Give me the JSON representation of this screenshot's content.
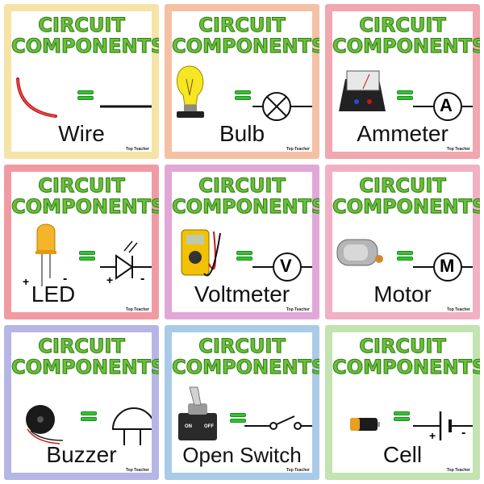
{
  "cards": [
    {
      "title1": "CIRCUIT",
      "title2": "COMPONENTS",
      "label": "Wire",
      "brand": "Top Teacher",
      "border": "#f6e3a6"
    },
    {
      "title1": "CIRCUIT",
      "title2": "COMPONENTS",
      "label": "Bulb",
      "brand": "Top Teacher",
      "border": "#f4c1a3"
    },
    {
      "title1": "CIRCUIT",
      "title2": "COMPONENTS",
      "label": "Ammeter",
      "brand": "Top Teacher",
      "border": "#f1a6b0"
    },
    {
      "title1": "CIRCUIT",
      "title2": "COMPONENTS",
      "label": "LED",
      "brand": "Top Teacher",
      "border": "#f29aa3"
    },
    {
      "title1": "CIRCUIT",
      "title2": "COMPONENTS",
      "label": "Voltmeter",
      "brand": "Top Teacher",
      "border": "#e1a7d6"
    },
    {
      "title1": "CIRCUIT",
      "title2": "COMPONENTS",
      "label": "Motor",
      "brand": "Top Teacher",
      "border": "#f2b0c4"
    },
    {
      "title1": "CIRCUIT",
      "title2": "COMPONENTS",
      "label": "Buzzer",
      "brand": "Top Teacher",
      "border": "#b5b6e6"
    },
    {
      "title1": "CIRCUIT",
      "title2": "COMPONENTS",
      "label": "Open Switch",
      "brand": "Top Teacher",
      "border": "#a9cbe7"
    },
    {
      "title1": "CIRCUIT",
      "title2": "COMPONENTS",
      "label": "Cell",
      "brand": "Top Teacher",
      "border": "#c3e3b1"
    }
  ],
  "symbols": {
    "ammeter_letter": "A",
    "voltmeter_letter": "V",
    "motor_letter": "M",
    "led_plus": "+",
    "led_minus": "-",
    "led_sym_plus": "+",
    "led_sym_minus": "-",
    "cell_plus": "+",
    "cell_minus": "-",
    "switch_on": "ON",
    "switch_off": "OFF"
  }
}
